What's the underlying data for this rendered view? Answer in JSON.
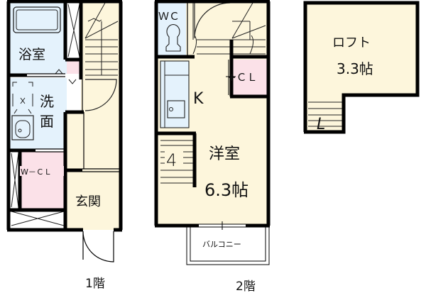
{
  "colors": {
    "wall": "#000000",
    "floor_cream": "#fdf6dc",
    "wet_blue": "#e4f2fc",
    "closet_pink": "#fbe1e8",
    "white": "#ffffff"
  },
  "floor1": {
    "caption": "1階",
    "rooms": {
      "bath": "浴室",
      "washroom_line1": "洗",
      "washroom_line2": "面",
      "walk_in_closet": "W－ＣＬ",
      "entrance": "玄関"
    }
  },
  "floor2": {
    "caption": "2階",
    "rooms": {
      "toilet": "ＷＣ",
      "kitchen": "K",
      "closet": "+ＣＬ",
      "western_room": "洋室",
      "western_room_size": "6.3帖",
      "balcony": "バルコニー",
      "stair_mark": "4"
    }
  },
  "loft": {
    "name": "ロフト",
    "size": "3.3帖",
    "ladder_mark": "L"
  }
}
